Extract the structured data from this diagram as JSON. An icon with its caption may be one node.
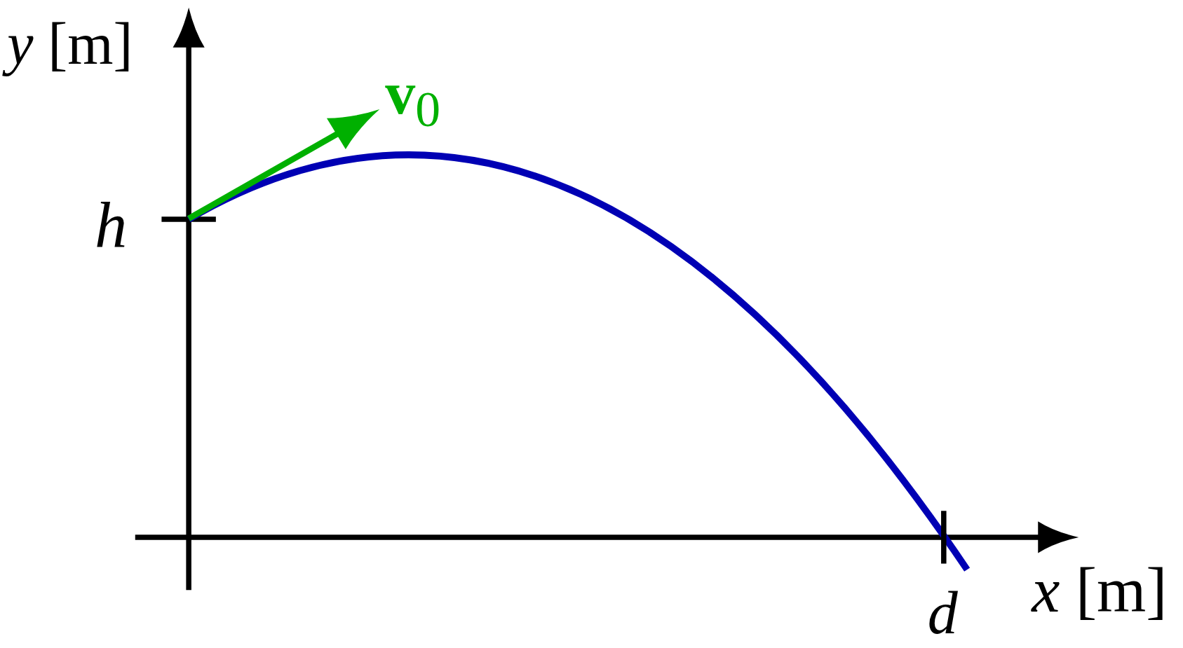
{
  "diagram": {
    "labels": [
      "*y* [m]",
      "**v**$_{0}$",
      "h",
      "d",
      "*x* [m]"
    ]
  }
}
